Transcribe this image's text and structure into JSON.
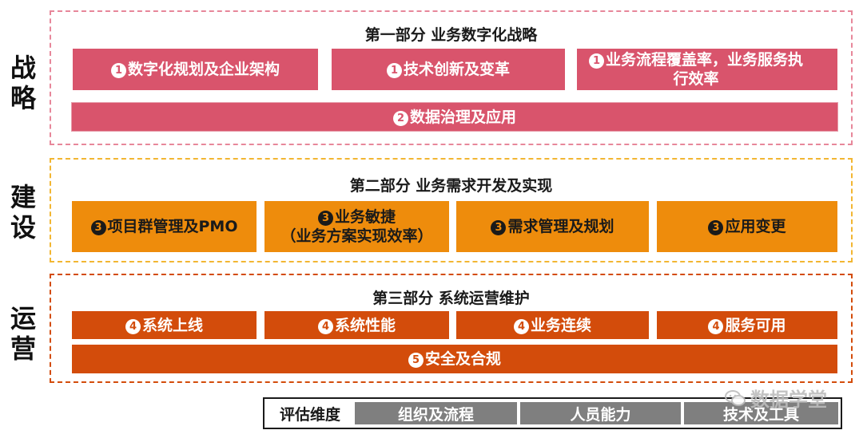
{
  "side_labels": {
    "strategy": "战\n略",
    "build": "建\n设",
    "operate": "运\n营"
  },
  "sections": {
    "strategy": {
      "title": "第一部分 业务数字化战略",
      "boxes": [
        {
          "num": "1",
          "label": "数字化规划及企业架构"
        },
        {
          "num": "1",
          "label": "技术创新及变革"
        },
        {
          "num": "1",
          "label": "业务流程覆盖率，业务服务执行效率"
        }
      ],
      "bar": {
        "num": "2",
        "label": "数据治理及应用"
      }
    },
    "build": {
      "title": "第二部分 业务需求开发及实现",
      "boxes": [
        {
          "num": "3",
          "label": "项目群管理及PMO"
        },
        {
          "num": "3",
          "label": "业务敏捷",
          "sub": "（业务方案实现效率）"
        },
        {
          "num": "3",
          "label": "需求管理及规划"
        },
        {
          "num": "3",
          "label": "应用变更"
        }
      ]
    },
    "operate": {
      "title": "第三部分 系统运营维护",
      "boxes": [
        {
          "num": "4",
          "label": "系统上线"
        },
        {
          "num": "4",
          "label": "系统性能"
        },
        {
          "num": "4",
          "label": "业务连续"
        },
        {
          "num": "4",
          "label": "服务可用"
        }
      ],
      "bar": {
        "num": "5",
        "label": "安全及合规"
      }
    }
  },
  "dimensions": {
    "label": "评估维度",
    "items": [
      "组织及流程",
      "人员能力",
      "技术及工具"
    ]
  },
  "watermark": "数据学堂",
  "colors": {
    "strategy": "#d9546c",
    "build": "#ee8c0c",
    "operate": "#d34c0b",
    "dimension_cell": "#7f7f7f"
  }
}
